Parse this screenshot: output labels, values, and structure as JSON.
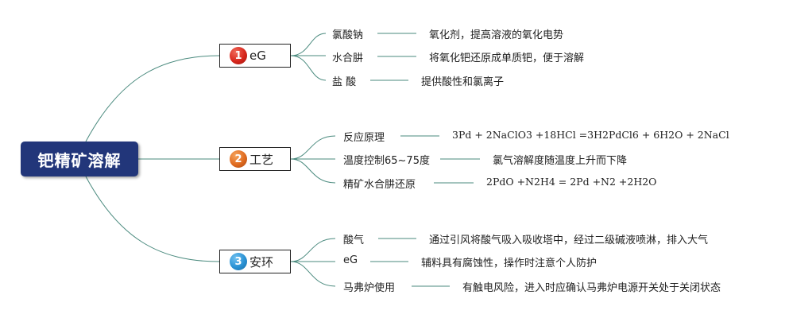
{
  "root": {
    "label": "钯精矿溶解"
  },
  "colors": {
    "root_bg": "#22367a",
    "line": "#4a8a7e",
    "num1": "#d7261c",
    "num2": "#e06b1f",
    "num3": "#2a92d4"
  },
  "branches": [
    {
      "num": "1",
      "label": "eG",
      "items": [
        {
          "label": "氯酸钠",
          "desc": "氧化剂，提高溶液的氧化电势"
        },
        {
          "label": "水合肼",
          "desc": "将氧化钯还原成单质钯，便于溶解"
        },
        {
          "label": "盐 酸",
          "desc": "提供酸性和氯离子"
        }
      ]
    },
    {
      "num": "2",
      "label": "工艺",
      "items": [
        {
          "label": "反应原理",
          "desc": "3Pd + 2NaClO3 +18HCl =3H2PdCl6 + 6H2O + 2NaCl"
        },
        {
          "label": "温度控制65~75度",
          "desc": "氯气溶解度随温度上升而下降"
        },
        {
          "label": "精矿水合肼还原",
          "desc": "2PdO +N2H4 = 2Pd +N2 +2H2O"
        }
      ]
    },
    {
      "num": "3",
      "label": "安环",
      "items": [
        {
          "label": "酸气",
          "desc": "通过引风将酸气吸入吸收塔中，经过二级碱液喷淋，排入大气"
        },
        {
          "label": "eG",
          "desc": "辅料具有腐蚀性，操作时注意个人防护"
        },
        {
          "label": "马弗炉使用",
          "desc": "有触电风险，进入时应确认马弗炉电源开关处于关闭状态"
        }
      ]
    }
  ]
}
